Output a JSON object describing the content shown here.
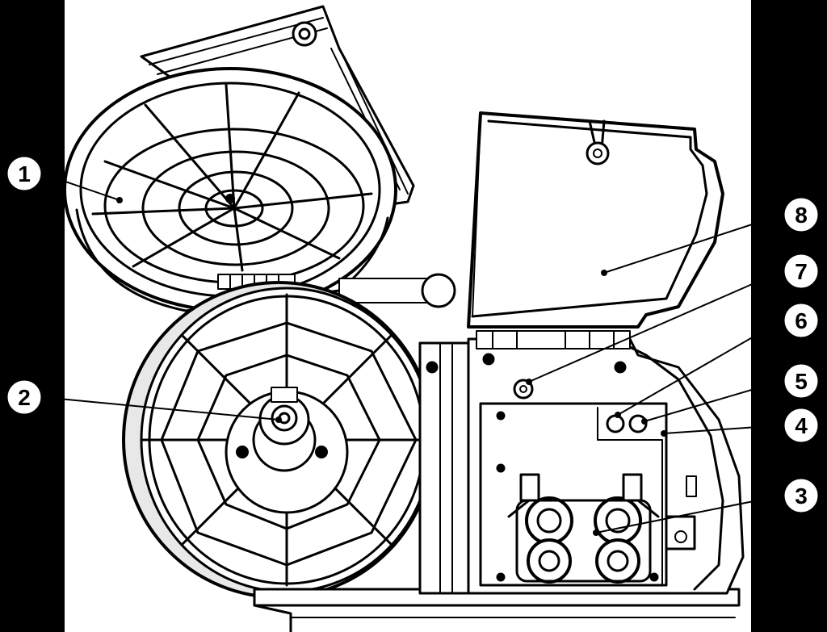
{
  "callouts": [
    {
      "id": "1",
      "label": "1"
    },
    {
      "id": "2",
      "label": "2"
    },
    {
      "id": "3",
      "label": "3"
    },
    {
      "id": "4",
      "label": "4"
    },
    {
      "id": "5",
      "label": "5"
    },
    {
      "id": "6",
      "label": "6"
    },
    {
      "id": "7",
      "label": "7"
    },
    {
      "id": "8",
      "label": "8"
    }
  ],
  "colors": {
    "background": "#000000",
    "paper": "#ffffff",
    "ink": "#000000",
    "spool_gray": "#e8e8e8"
  }
}
